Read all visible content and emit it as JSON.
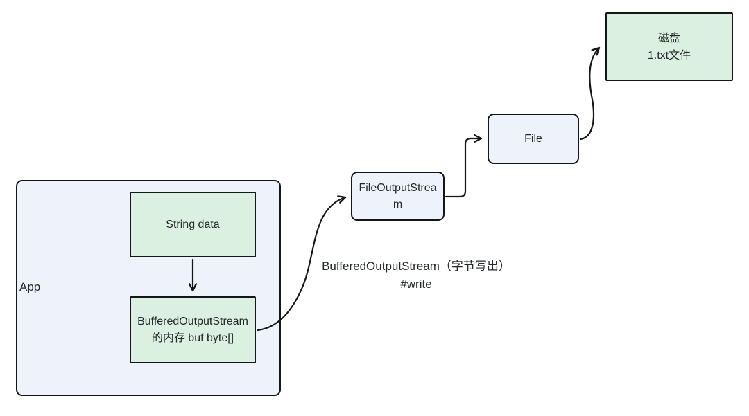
{
  "diagram": {
    "title_hint": "BufferedOutputStream byte write flow",
    "colors": {
      "container_fill": "#eef2fb",
      "node_fill": "#eef2fb",
      "memory_fill": "#dcf0e1",
      "border": "#151618",
      "text": "#24272b",
      "arrow": "#151618",
      "background": "#ffffff"
    },
    "nodes": {
      "app": {
        "label": "App"
      },
      "string_data": {
        "label": "String data"
      },
      "buffer": {
        "label": "BufferedOutputStream的内存 buf byte[]"
      },
      "file_output_stream": {
        "label": "FileOutputStream"
      },
      "file": {
        "label": "File"
      },
      "disk": {
        "line1": "磁盘",
        "line2": "1.txt文件"
      }
    },
    "annotation": {
      "line1": "BufferedOutputStream（字节写出）",
      "line2": "#write"
    }
  }
}
